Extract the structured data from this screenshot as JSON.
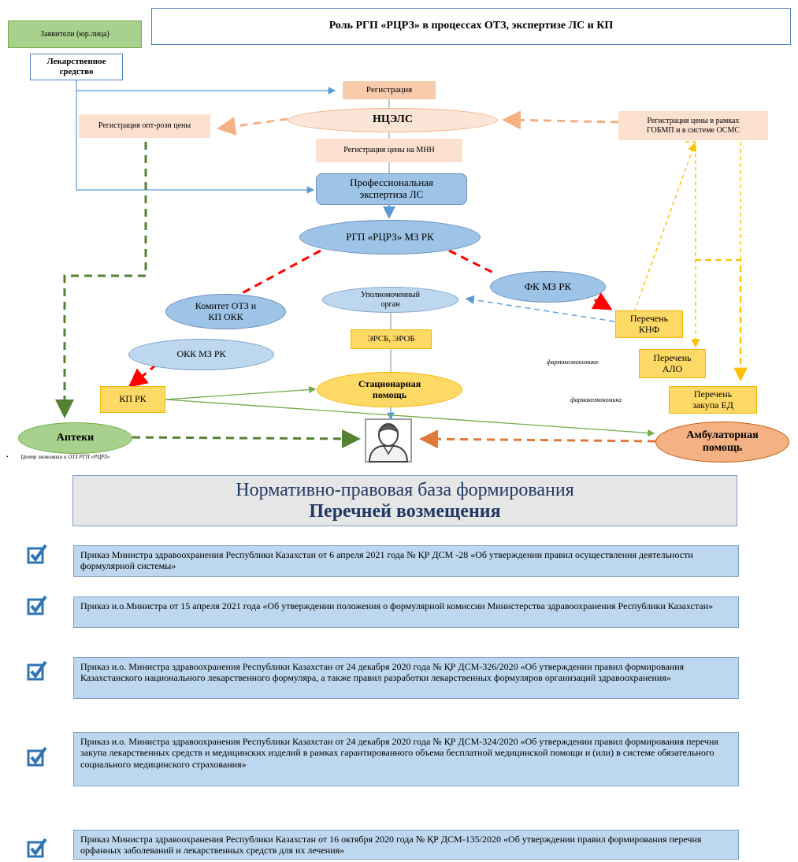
{
  "diagram": {
    "title": "Роль РГП «РЦРЗ» в процессах ОТЗ, экспертизе ЛС и КП",
    "applicants": "Заявители (юр.лица)",
    "medicine_line1": "Лекарственное",
    "medicine_line2": "средство",
    "registration": "Регистрация",
    "ncelс": "НЦЭЛС",
    "wholesale_price": "Регистрация опт-розн цены",
    "price_gobmp_line1": "Регистрация цены в рамках",
    "price_gobmp_line2": "ГОБМП и в системе ОСМС",
    "price_mnn": "Регистрация цены на МНН",
    "expertise_line1": "Профессиональная",
    "expertise_line2": "экспертиза ЛС",
    "rcrz": "РГП «РЦРЗ» МЗ РК",
    "committee_line1": "Комитет ОТЗ и",
    "committee_line2": "КП ОКК",
    "fk": "ФК МЗ РК",
    "authorized_line1": "Уполномоченный",
    "authorized_line2": "орган",
    "ersb": "ЭРСБ, ЭРОБ",
    "list_knf_line1": "Перечень",
    "list_knf_line2": "КНФ",
    "okk": "ОКК МЗ РК",
    "list_alo_line1": "Перечень",
    "list_alo_line2": "АЛО",
    "pharmacoeconomics1": "фармакоэкономика",
    "pharmacoeconomics2": "фармакоэкономика",
    "kp_rk": "КП РК",
    "inpatient_line1": "Стационарная",
    "inpatient_line2": "помощь",
    "list_ed_line1": "Перечень",
    "list_ed_line2": "закупа ЕД",
    "pharmacies": "Аптеки",
    "outpatient_line1": "Амбулаторная",
    "outpatient_line2": "помощь",
    "footnote_bullet": "•",
    "footnote": "Центр экономики и ОТЗ РГП «РЦРЗ»"
  },
  "legal": {
    "header_line1": "Нормативно-правовая база формирования",
    "header_line2": "Перечней возмещения",
    "items": [
      {
        "text": "Приказ Министра здравоохранения Республики Казахстан от 6 апреля 2021 года № ҚР ДСМ -28 «Об утверждении правил осуществления деятельности формулярной системы»"
      },
      {
        "text": "Приказ и.о.Министра от 15 апреля 2021 года «Об утверждении положения о формулярной комиссии Министерства здравоохранения Республики Казахстан»"
      },
      {
        "text": "Приказ и.о. Министра здравоохранения Республики Казахстан от 24 декабря 2020 года № ҚР ДСМ-326/2020 «Об утверждении правил формирования Казахстанского национального лекарственного формуляра, а также правил разработки лекарственных формуляров организаций здравоохранения»"
      },
      {
        "text": "Приказ и.о. Министра здравоохранения Республики Казахстан от 24 декабря 2020 года № ҚР ДСМ-324/2020 «Об утверждении правил формирования перечня закупа лекарственных средств и медицинских изделий в рамках гарантированного объема бесплатной медицинской помощи и (или) в системе обязательного социального медицинского страхования»"
      },
      {
        "text": "Приказ Министра здравоохранения Республики Казахстан от 16 октября 2020 года № ҚР ДСМ-135/2020 «Об утверждении правил формирования перечня орфанных заболеваний и лекарственных средств для их лечения»"
      }
    ]
  },
  "colors": {
    "arrow_blue": "#5b9bd5",
    "arrow_red": "#ff0000",
    "arrow_green": "#548235",
    "arrow_orange": "#f4b183",
    "arrow_yellow": "#ffc000",
    "arrow_gray": "#8faadc",
    "checkbox": "#2e75b6"
  }
}
